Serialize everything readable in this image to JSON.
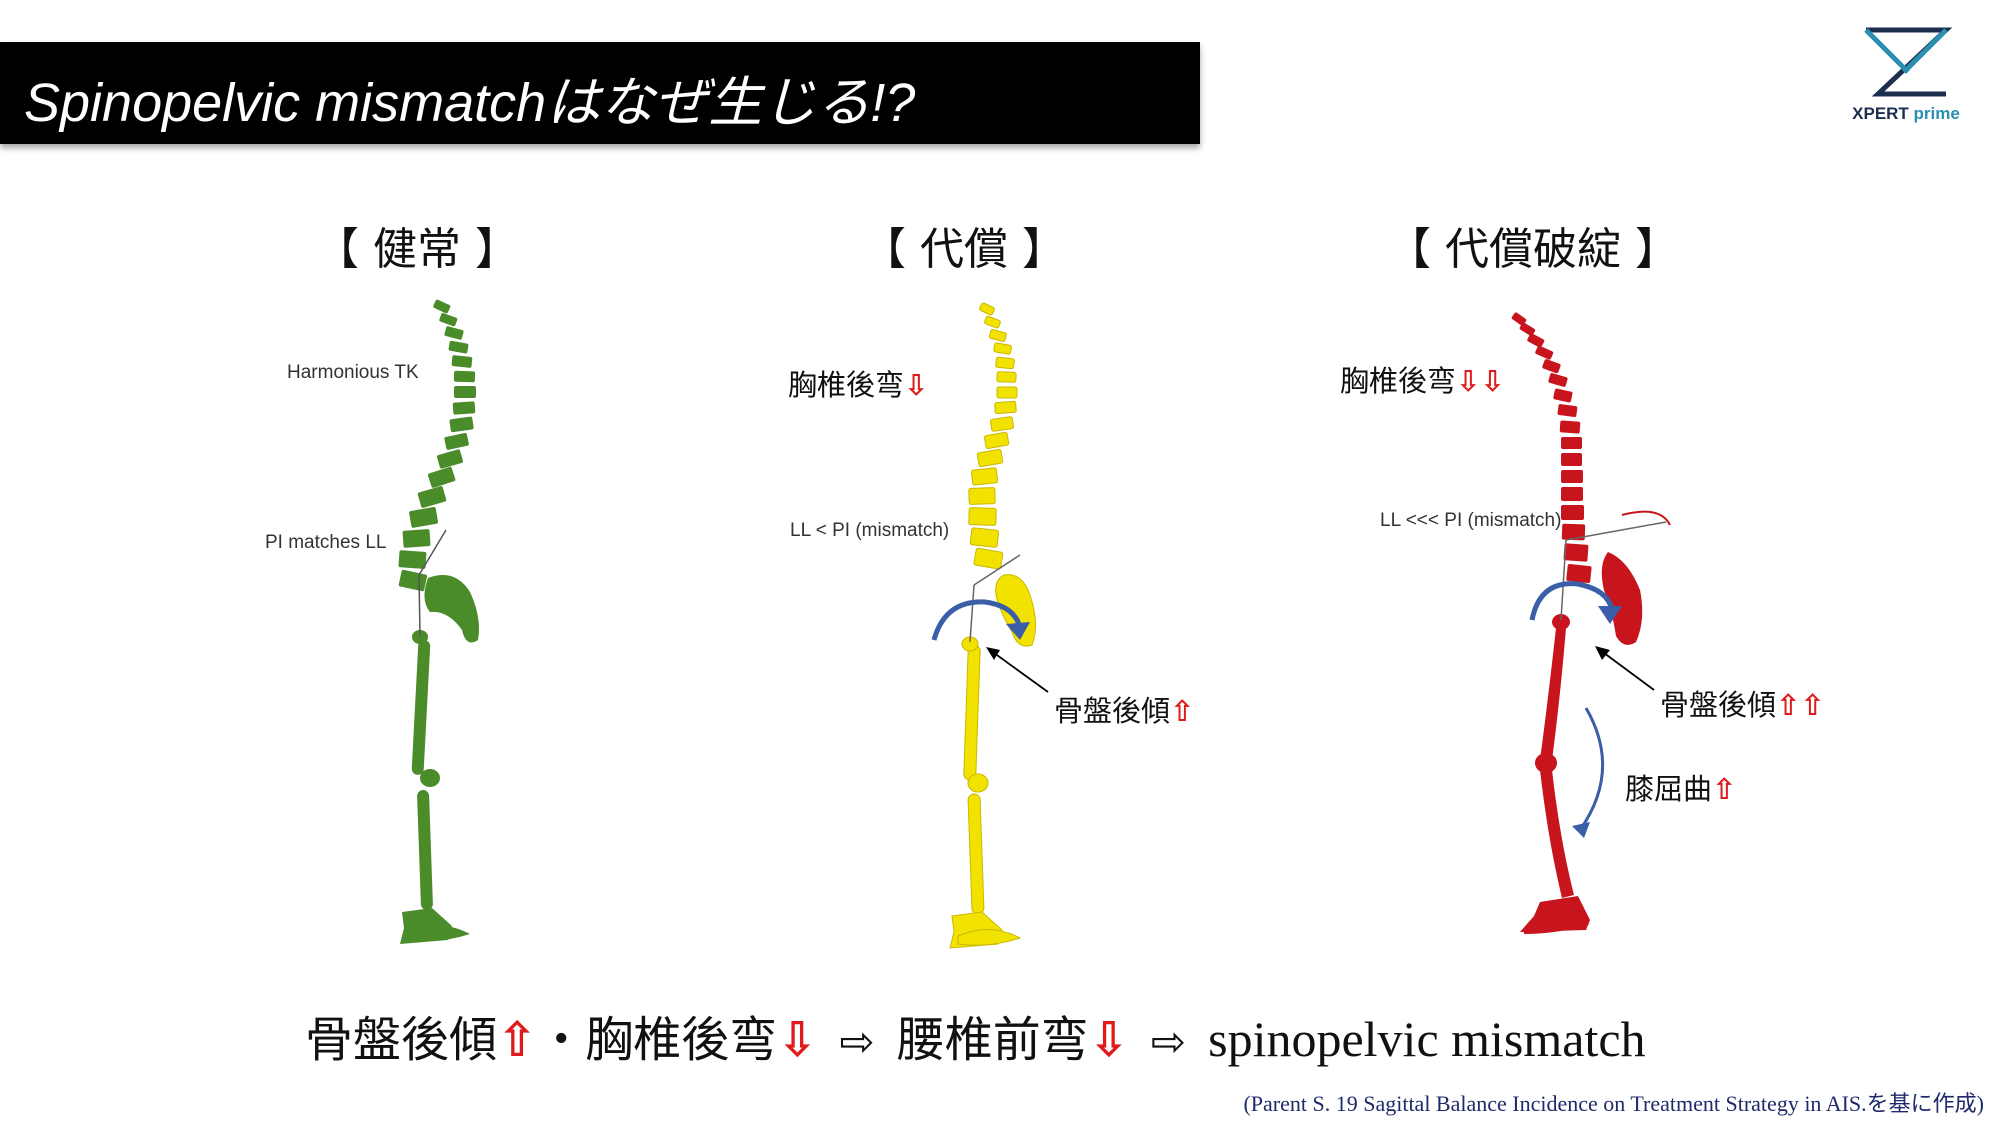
{
  "title": "Spinopelvic mismatchはなぜ生じる!?",
  "logo": {
    "brand": "XPERT",
    "suffix": " prime"
  },
  "colors": {
    "normal": "#4a8c2a",
    "compensated": "#f2e200",
    "decompensated": "#c8141c",
    "arrow_blue": "#3a5ea8",
    "up_down_arrow": "#e0191b"
  },
  "columns": [
    {
      "heading": "【 健常 】",
      "labels": {
        "tk": "Harmonious TK",
        "pi": "PI matches LL"
      }
    },
    {
      "heading": "【 代償 】",
      "labels": {
        "kyphosis": "胸椎後弯",
        "kyphosis_arrows": "⇩",
        "ll": "LL < PI (mismatch)",
        "pelvic": "骨盤後傾",
        "pelvic_arrows": "⇧"
      }
    },
    {
      "heading": "【 代償破綻 】",
      "labels": {
        "kyphosis": "胸椎後弯",
        "kyphosis_arrows": "⇩⇩",
        "ll": "LL <<< PI (mismatch)",
        "pelvic": "骨盤後傾",
        "pelvic_arrows": "⇧⇧",
        "knee": "膝屈曲",
        "knee_arrows": "⇧"
      }
    }
  ],
  "summary": {
    "p1": "骨盤後傾",
    "a1": "⇧",
    "sep": "・",
    "p2": "胸椎後弯",
    "a2": "⇩",
    "imp1": "⇨",
    "p3": "腰椎前弯",
    "a3": "⇩",
    "imp2": "⇨",
    "p4": "spinopelvic mismatch"
  },
  "citation": "(Parent S. 19 Sagittal Balance Incidence on Treatment Strategy in AIS.を基に作成)"
}
